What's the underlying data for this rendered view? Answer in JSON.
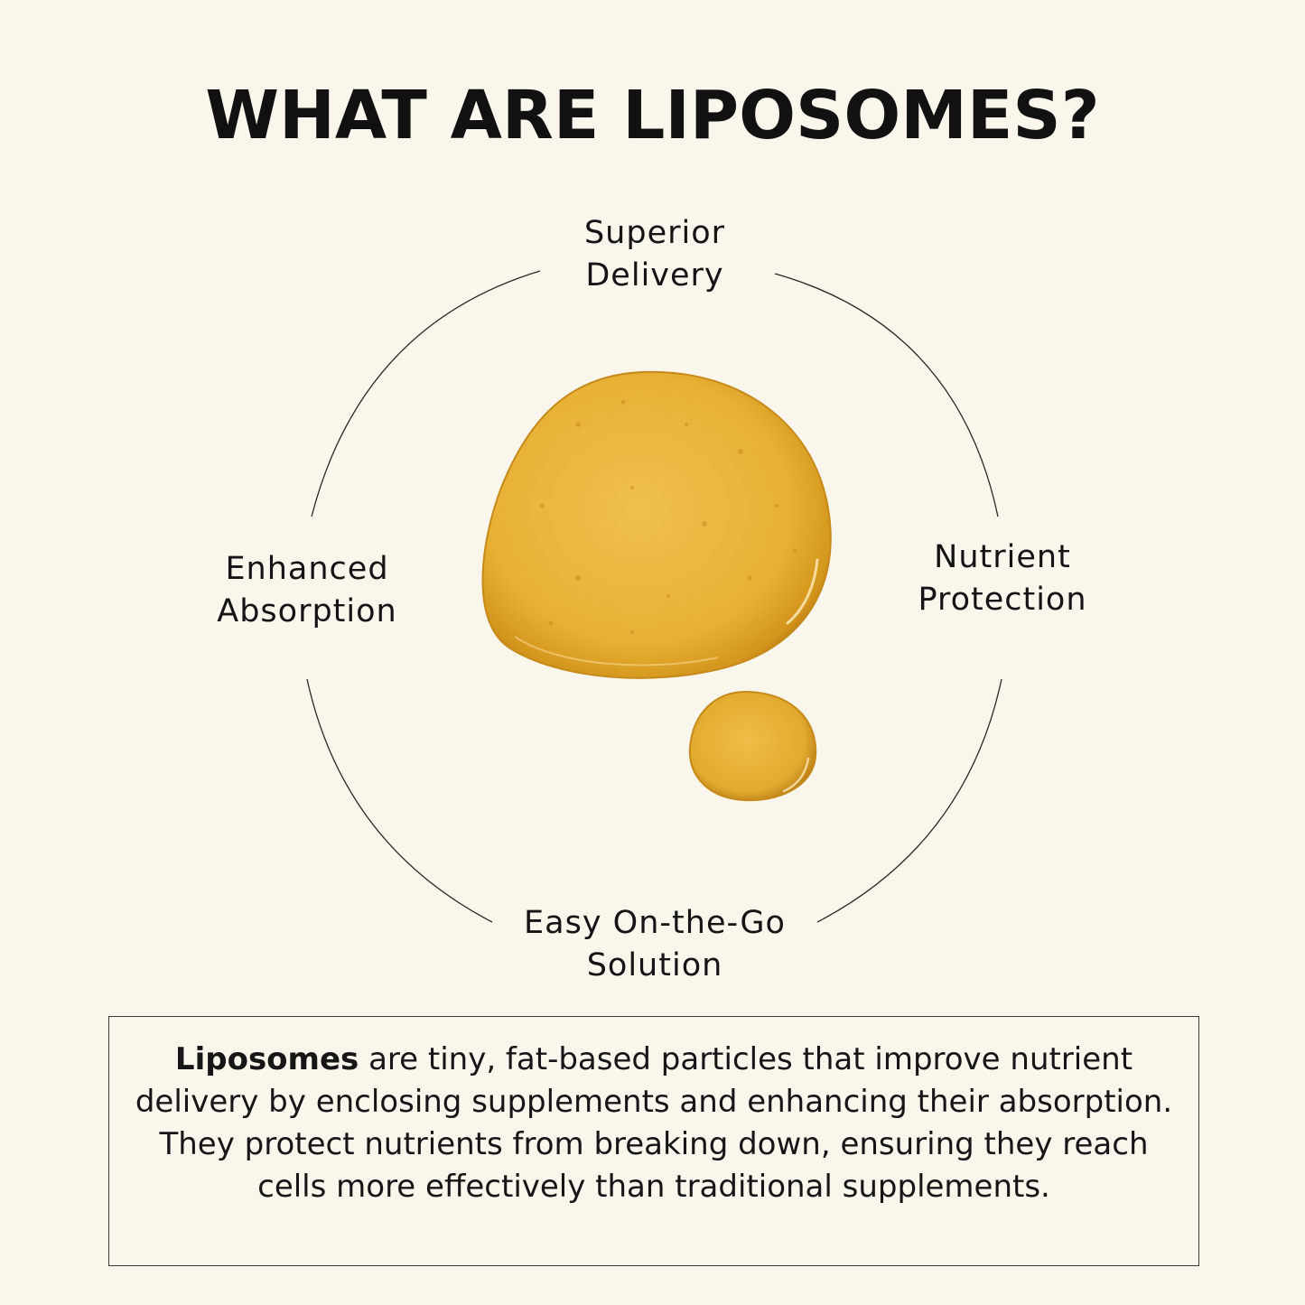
{
  "title": "WHAT ARE LIPOSOMES?",
  "benefits": {
    "top": {
      "line1": "Superior",
      "line2": "Delivery"
    },
    "left": {
      "line1": "Enhanced",
      "line2": "Absorption"
    },
    "right": {
      "line1": "Nutrient",
      "line2": "Protection"
    },
    "bottom": {
      "line1": "Easy On-the-Go",
      "line2": "Solution"
    }
  },
  "description": {
    "lead": "Liposomes",
    "rest": " are tiny, fat-based particles that improve nutrient delivery by enclosing supplements and enhancing their absorption. They protect nutrients from breaking down, ensuring they reach cells more effectively than traditional supplements."
  },
  "colors": {
    "background": "#faf6ec",
    "drop_fill": "#e9b53a",
    "drop_edge": "#b9780f",
    "text": "#111111"
  }
}
